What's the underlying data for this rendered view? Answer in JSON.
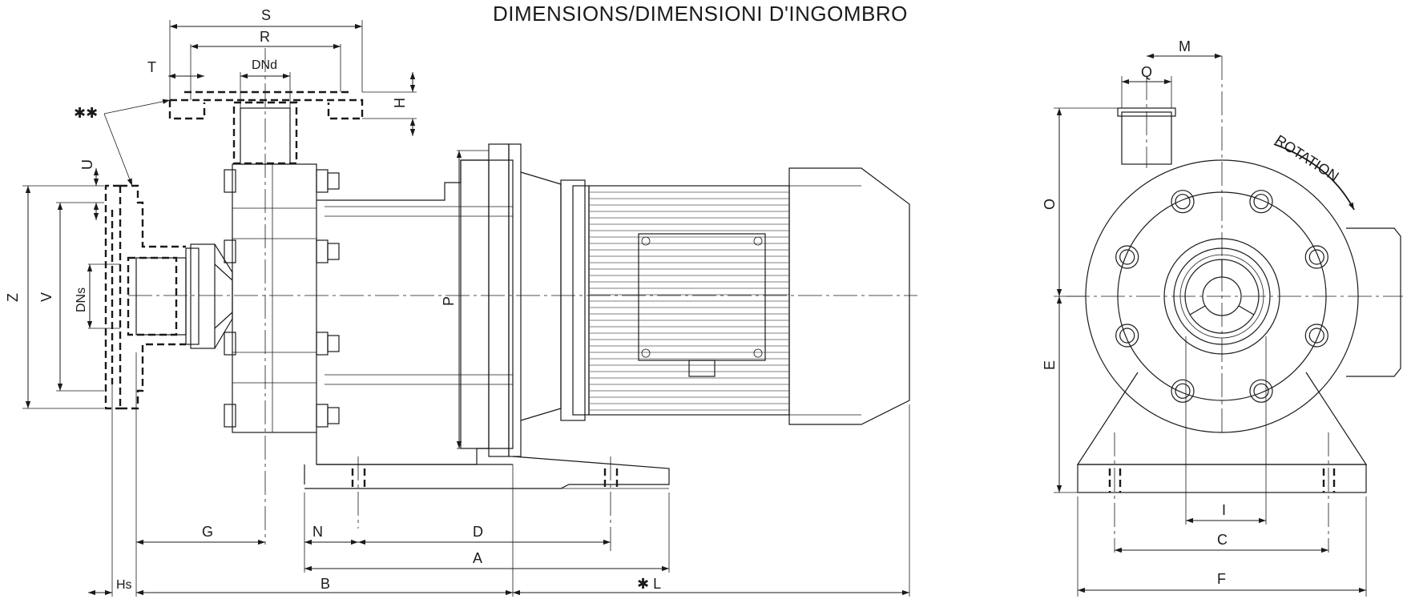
{
  "title": "DIMENSIONS/DIMENSIONI D'INGOMBRO",
  "rotation_label": "ROTATION",
  "note_marks": {
    "double_star": "✱✱",
    "single_star_L": "✱ L"
  },
  "labels": {
    "S": "S",
    "R": "R",
    "T": "T",
    "DNd": "DNd",
    "H": "H",
    "U": "U",
    "Z": "Z",
    "V": "V",
    "DNs": "DNs",
    "P": "P",
    "G": "G",
    "N": "N",
    "D": "D",
    "A": "A",
    "Hs": "Hs",
    "B": "B",
    "M": "M",
    "Q": "Q",
    "O": "O",
    "E": "E",
    "I": "I",
    "C": "C",
    "F": "F"
  }
}
